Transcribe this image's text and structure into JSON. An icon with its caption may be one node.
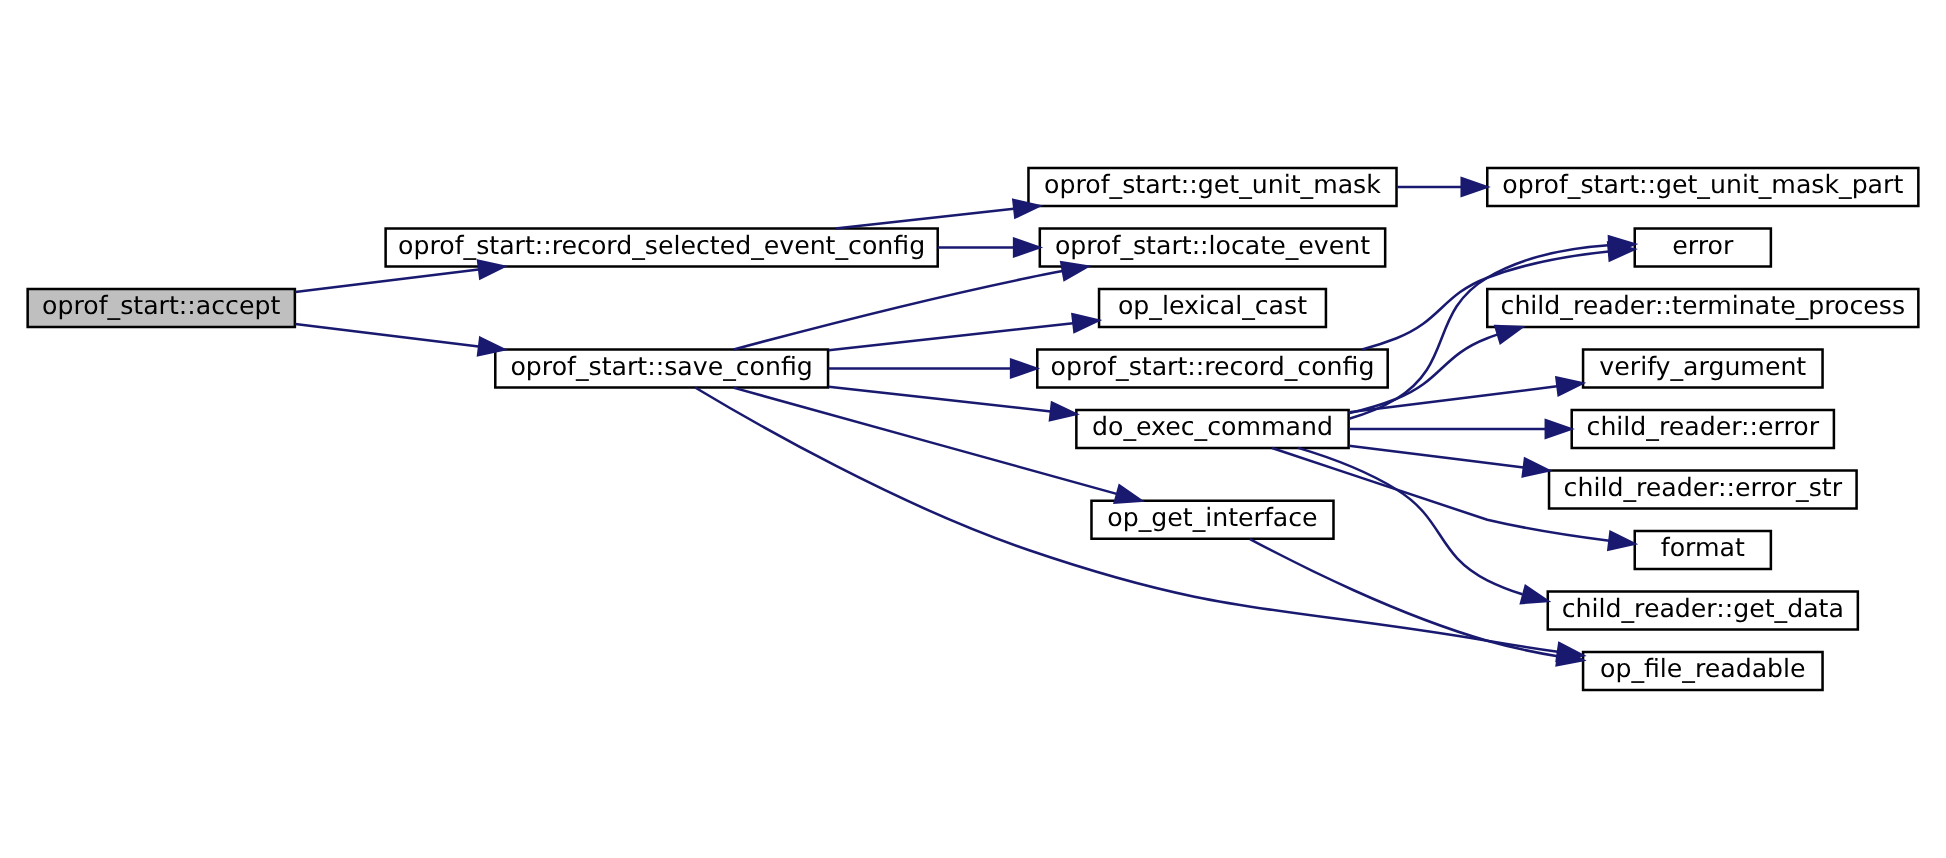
{
  "diagram": {
    "nodes": [
      {
        "text": [
          "oprof_start::accept"
        ]
      },
      {
        "text": [
          "oprof_start::record_selected_event_config"
        ]
      },
      {
        "text": [
          "oprof_start::save_config"
        ]
      },
      {
        "text": [
          "oprof_start::get_unit_mask"
        ]
      },
      {
        "text": [
          "oprof_start::locate_event"
        ]
      },
      {
        "text": [
          "op_lexical_cast"
        ]
      },
      {
        "text": [
          "oprof_start::record_config"
        ]
      },
      {
        "text": [
          "do_exec_command"
        ]
      },
      {
        "text": [
          "op_get_interface"
        ]
      },
      {
        "text": [
          "op_file_readable"
        ]
      },
      {
        "text": [
          "oprof_start::get_unit_mask_part"
        ]
      },
      {
        "text": [
          "error"
        ]
      },
      {
        "text": [
          "child_reader::terminate_process"
        ]
      },
      {
        "text": [
          "verify_argument"
        ]
      },
      {
        "text": [
          "child_reader::error"
        ]
      },
      {
        "text": [
          "child_reader::error_str"
        ]
      },
      {
        "text": [
          "format"
        ]
      },
      {
        "text": [
          "child_reader::get_data"
        ]
      }
    ],
    "edges": [
      {
        "from": 0,
        "to": 1,
        "arrow": "to"
      },
      {
        "from": 0,
        "to": 2,
        "arrow": "to"
      },
      {
        "from": 1,
        "to": 3,
        "arrow": "to"
      },
      {
        "from": 1,
        "to": 4,
        "arrow": "to"
      },
      {
        "from": 3,
        "to": 10,
        "arrow": "to"
      },
      {
        "from": 2,
        "to": 4,
        "arrow": "to"
      },
      {
        "from": 2,
        "to": 5,
        "arrow": "to"
      },
      {
        "from": 2,
        "to": 6,
        "arrow": "to"
      },
      {
        "from": 2,
        "to": 7,
        "arrow": "to"
      },
      {
        "from": 2,
        "to": 8,
        "arrow": "to"
      },
      {
        "from": 2,
        "to": 9,
        "arrow": "to"
      },
      {
        "from": 6,
        "to": 11,
        "arrow": "to"
      },
      {
        "from": 7,
        "to": 11,
        "arrow": "to"
      },
      {
        "from": 7,
        "to": 12,
        "arrow": "to"
      },
      {
        "from": 7,
        "to": 13,
        "arrow": "to"
      },
      {
        "from": 7,
        "to": 14,
        "arrow": "to"
      },
      {
        "from": 7,
        "to": 15,
        "arrow": "to"
      },
      {
        "from": 7,
        "to": 16,
        "arrow": "to"
      },
      {
        "from": 7,
        "to": 17,
        "arrow": "to"
      },
      {
        "from": 8,
        "to": 9,
        "arrow": "to"
      }
    ]
  }
}
